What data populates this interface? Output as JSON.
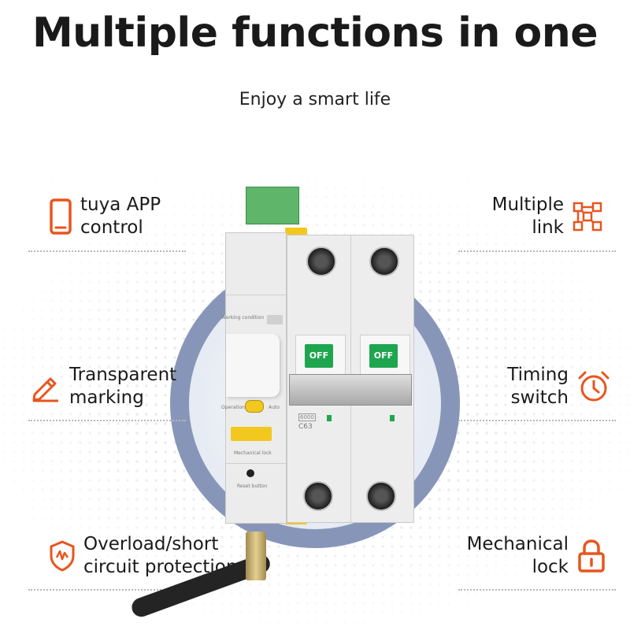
{
  "header": {
    "title": "Multiple functions in one",
    "subtitle": "Enjoy a smart life"
  },
  "features": {
    "app": {
      "line1": "tuya APP",
      "line2": "control",
      "icon": "smartphone-icon"
    },
    "marking": {
      "line1": "Transparent",
      "line2": "marking",
      "icon": "pencil-icon"
    },
    "overload": {
      "line1": "Overload/short",
      "line2": "circuit protection",
      "icon": "shield-icon"
    },
    "link": {
      "line1": "Multiple",
      "line2": "link",
      "icon": "network-icon"
    },
    "timing": {
      "line1": "Timing",
      "line2": "switch",
      "icon": "alarm-clock-icon"
    },
    "lock": {
      "line1": "Mechanical",
      "line2": "lock",
      "icon": "padlock-icon"
    }
  },
  "device": {
    "working_condition": "Working condition",
    "operation": "Operation",
    "auto": "Auto",
    "mechanical_lock": "Mechanical lock",
    "reset_button": "Reset button",
    "off_left": "OFF",
    "off_right": "OFF",
    "rating": "C63",
    "capacity": "6000"
  },
  "colors": {
    "accent": "#e8551e",
    "ring": "#8796b8"
  }
}
